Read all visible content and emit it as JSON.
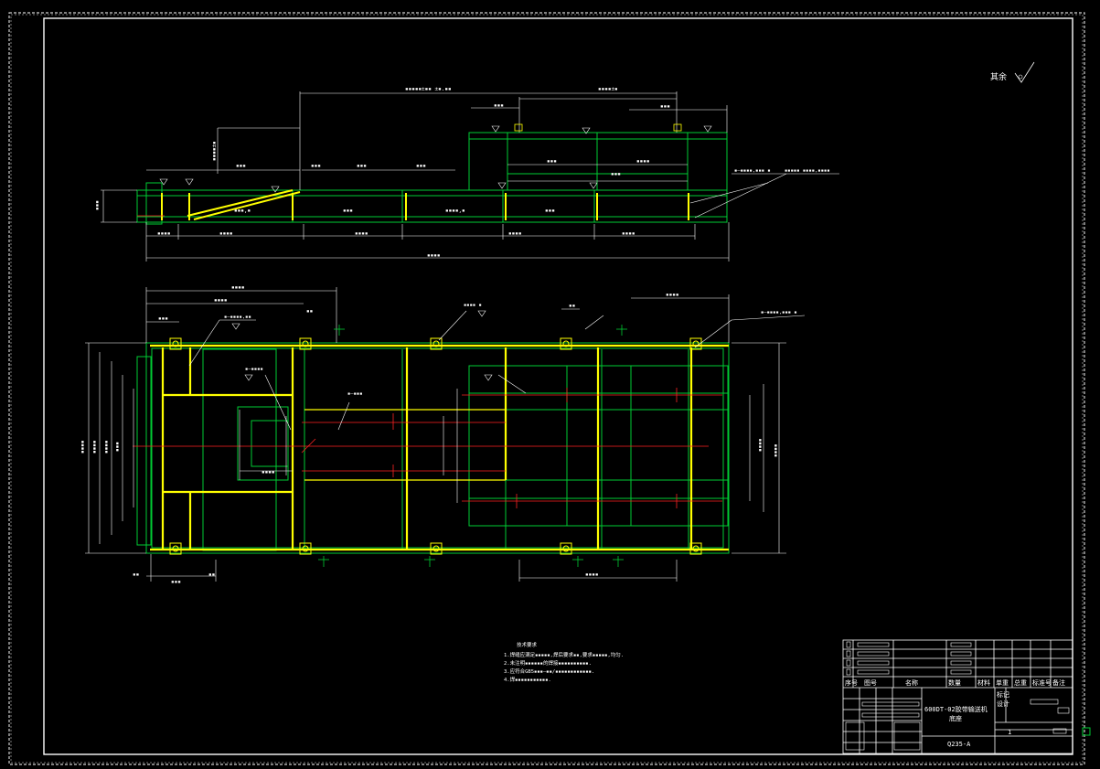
{
  "surface_note": "其余",
  "top_view": {
    "dims": [
      "▪▪▪▪▪±▪▪ ±▪.▪▪",
      "▪▪▪▪±▪",
      "▪▪▪",
      "▪▪▪",
      "▪▪▪▪±▪",
      "▪▪▪",
      "▪▪▪",
      "▪▪▪",
      "▪▪▪",
      "▪▪▪",
      "▪▪▪▪",
      "▪▪▪",
      "▪▪▪▪",
      "▪▪▪▪",
      "▪▪▪▪",
      "▪▪▪▪",
      "▪▪▪▪",
      "▪▪▪",
      "▪▪▪,▪",
      "▪▪▪▪,▪",
      "▪▪▪",
      "▪▪▪",
      "▪▪▪▪"
    ],
    "callouts": [
      "▪–▪▪▪▪,▪▪▪ ▪",
      "▪▪▪▪▪ ▪▪▪▪,▪▪▪▪"
    ]
  },
  "plan_view": {
    "dims": [
      "▪▪▪▪",
      "▪▪▪▪",
      "▪▪▪",
      "▪▪",
      "▪▪",
      "▪▪▪▪",
      "▪▪▪▪",
      "▪▪▪▪",
      "▪▪▪▪",
      "▪▪▪",
      "▪▪▪▪",
      "▪▪▪▪",
      "▪▪▪▪",
      "▪▪",
      "▪▪▪",
      "▪▪",
      "▪▪▪▪"
    ],
    "callouts": [
      "▪–▪▪▪▪,▪▪",
      "▪–▪▪▪▪",
      "▪–▪▪▪",
      "▪▪▪▪ ▪",
      "▪–▪▪▪▪,▪▪▪ ▪"
    ]
  },
  "tech_requirements": {
    "title": "技术要求",
    "items": [
      "1.焊缝应满足▪▪▪▪▪,焊后要求▪▪,要求▪▪▪▪▪,均匀.",
      "2.未注明▪▪▪▪▪▪的焊接▪▪▪▪▪▪▪▪▪▪.",
      "3.应符合GB5▪▪▪–▪▪/▪▪▪▪▪▪▪▪▪▪▪▪.",
      "4.焊▪▪▪▪▪▪▪▪▪▪▪."
    ]
  },
  "title_block": {
    "headers": [
      "序号",
      "图号",
      "名称",
      "数量",
      "材料",
      "单重",
      "总重",
      "标准号",
      "备注"
    ],
    "drawing_name_line1": "600DT-02胶带输送机",
    "drawing_name_line2": "底座",
    "material": "Q235-A",
    "side_labels": [
      "标记",
      "设计"
    ],
    "sheet": "1"
  },
  "colors": {
    "background": "#000000",
    "outline": "#00cc33",
    "weld": "#ffff00",
    "dimension": "#ffffff",
    "centerline": "#ff2222"
  }
}
